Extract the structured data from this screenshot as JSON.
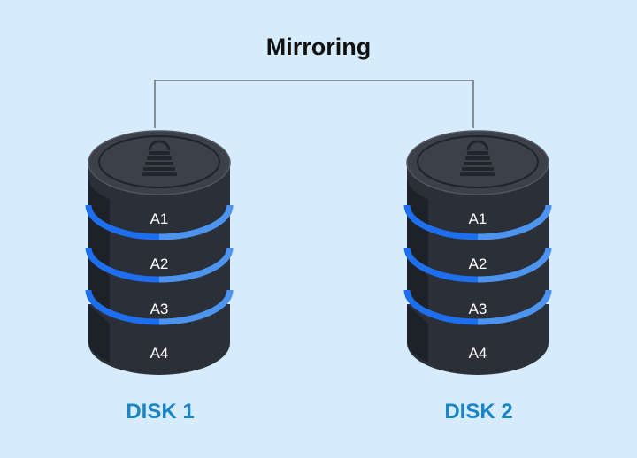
{
  "title": "Mirroring",
  "colors": {
    "background": "#d6ebfc",
    "title": "#111111",
    "connector": "#6b6f76",
    "disk_label": "#1a84c7",
    "platter_body": "#2b3038",
    "platter_top": "#3b4049",
    "ring": "#1e6ff0",
    "ring_highlight": "#4d94ee",
    "lock_icon": "#20242b"
  },
  "disks": [
    {
      "label": "DISK 1",
      "icon": "lock-icon",
      "blocks": [
        "A1",
        "A2",
        "A3",
        "A4"
      ]
    },
    {
      "label": "DISK 2",
      "icon": "lock-icon",
      "blocks": [
        "A1",
        "A2",
        "A3",
        "A4"
      ]
    }
  ]
}
